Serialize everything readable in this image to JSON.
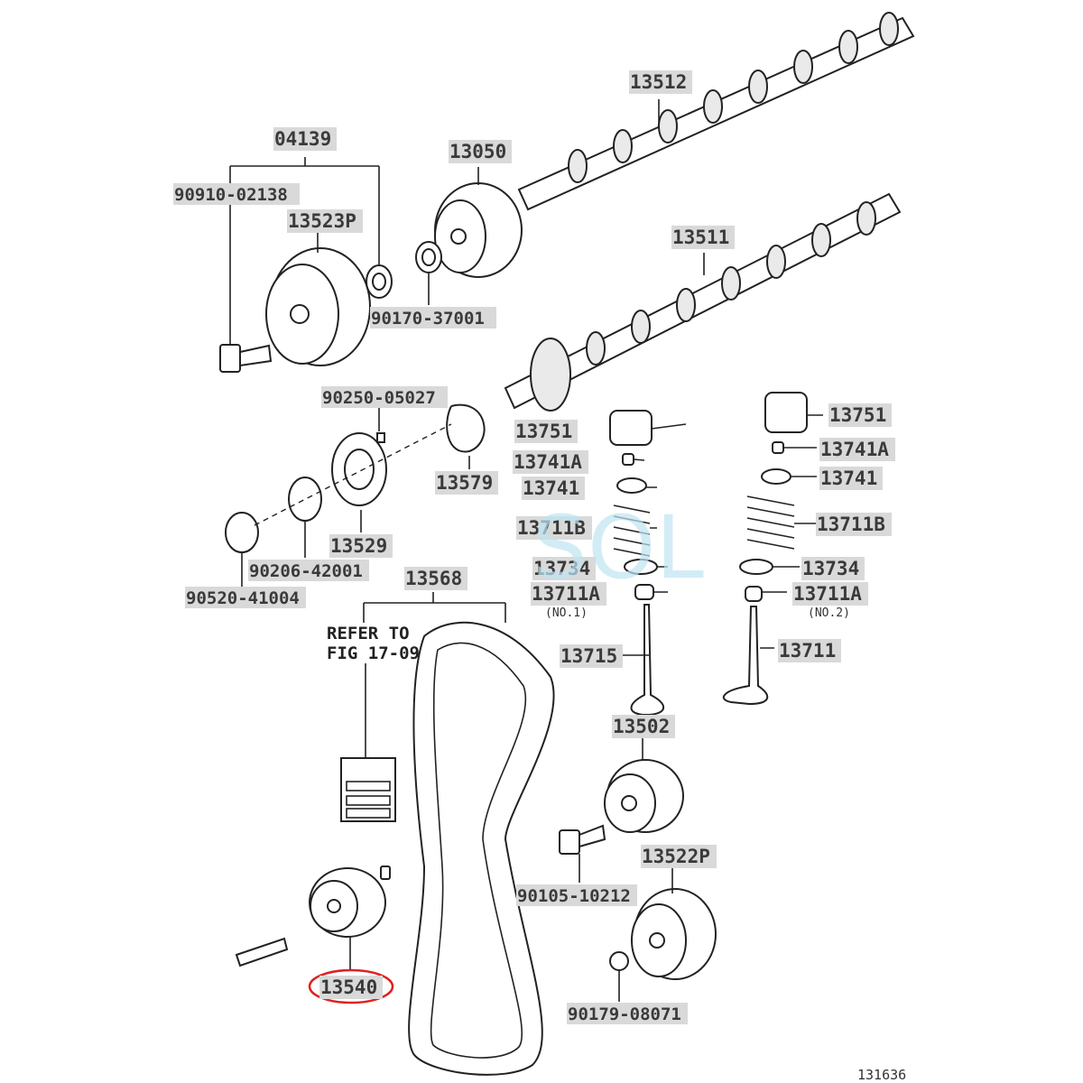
{
  "labels": {
    "p13512": "13512",
    "p04139": "04139",
    "p13050": "13050",
    "p90910": "90910-02138",
    "p13523P": "13523P",
    "p13511": "13511",
    "p90170": "90170-37001",
    "p90250": "90250-05027",
    "p13751a": "13751",
    "p13751b": "13751",
    "p13741Aa": "13741A",
    "p13741Ab": "13741A",
    "p13579": "13579",
    "p13741a": "13741",
    "p13741b": "13741",
    "p13711Ba": "13711B",
    "p13711Bb": "13711B",
    "p13529": "13529",
    "p90206": "90206-42001",
    "p13734a": "13734",
    "p13734b": "13734",
    "p13568": "13568",
    "p90520": "90520-41004",
    "p13711Aa": "13711A",
    "p13711Ab": "13711A",
    "no1": "(NO.1)",
    "no2": "(NO.2)",
    "refer1": "REFER TO",
    "refer2": "FIG 17-09",
    "p13715": "13715",
    "p13711": "13711",
    "p13502": "13502",
    "p13522P": "13522P",
    "p90105": "90105-10212",
    "p13540": "13540",
    "p90179": "90179-08071",
    "figno": "131636"
  },
  "watermark": "SOL",
  "colors": {
    "highlight": "#e02020",
    "watermark": "#7fd0ea",
    "label_bg": "#d9d9d9"
  }
}
